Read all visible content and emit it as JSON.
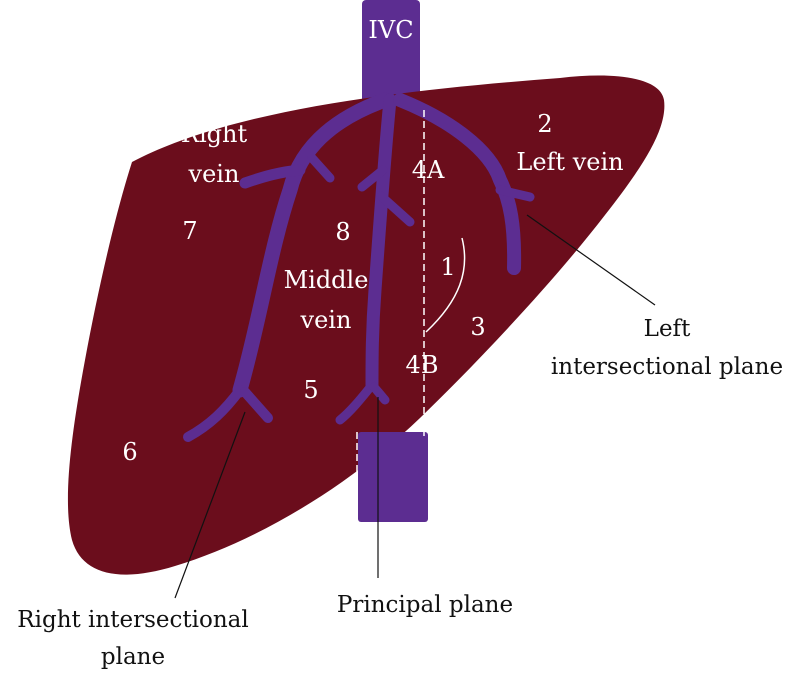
{
  "colors": {
    "liver": "#6b0d1c",
    "vein": "#5c2d91",
    "plane_line": "#ffffff",
    "leader_line": "#111111",
    "text_inside": "#ffffff",
    "text_outside": "#111111"
  },
  "labels": {
    "ivc": "IVC",
    "right_vein_line1": "Right",
    "right_vein_line2": "vein",
    "left_vein": "Left vein",
    "middle_vein_line1": "Middle",
    "middle_vein_line2": "vein",
    "left_plane_line1": "Left",
    "left_plane_line2": "intersectional plane",
    "principal_plane": "Principal plane",
    "right_plane_line1": "Right intersectional",
    "right_plane_line2": "plane"
  },
  "segments": {
    "s1": "1",
    "s2": "2",
    "s3": "3",
    "s4a": "4A",
    "s4b": "4B",
    "s5": "5",
    "s6": "6",
    "s7": "7",
    "s8": "8"
  }
}
